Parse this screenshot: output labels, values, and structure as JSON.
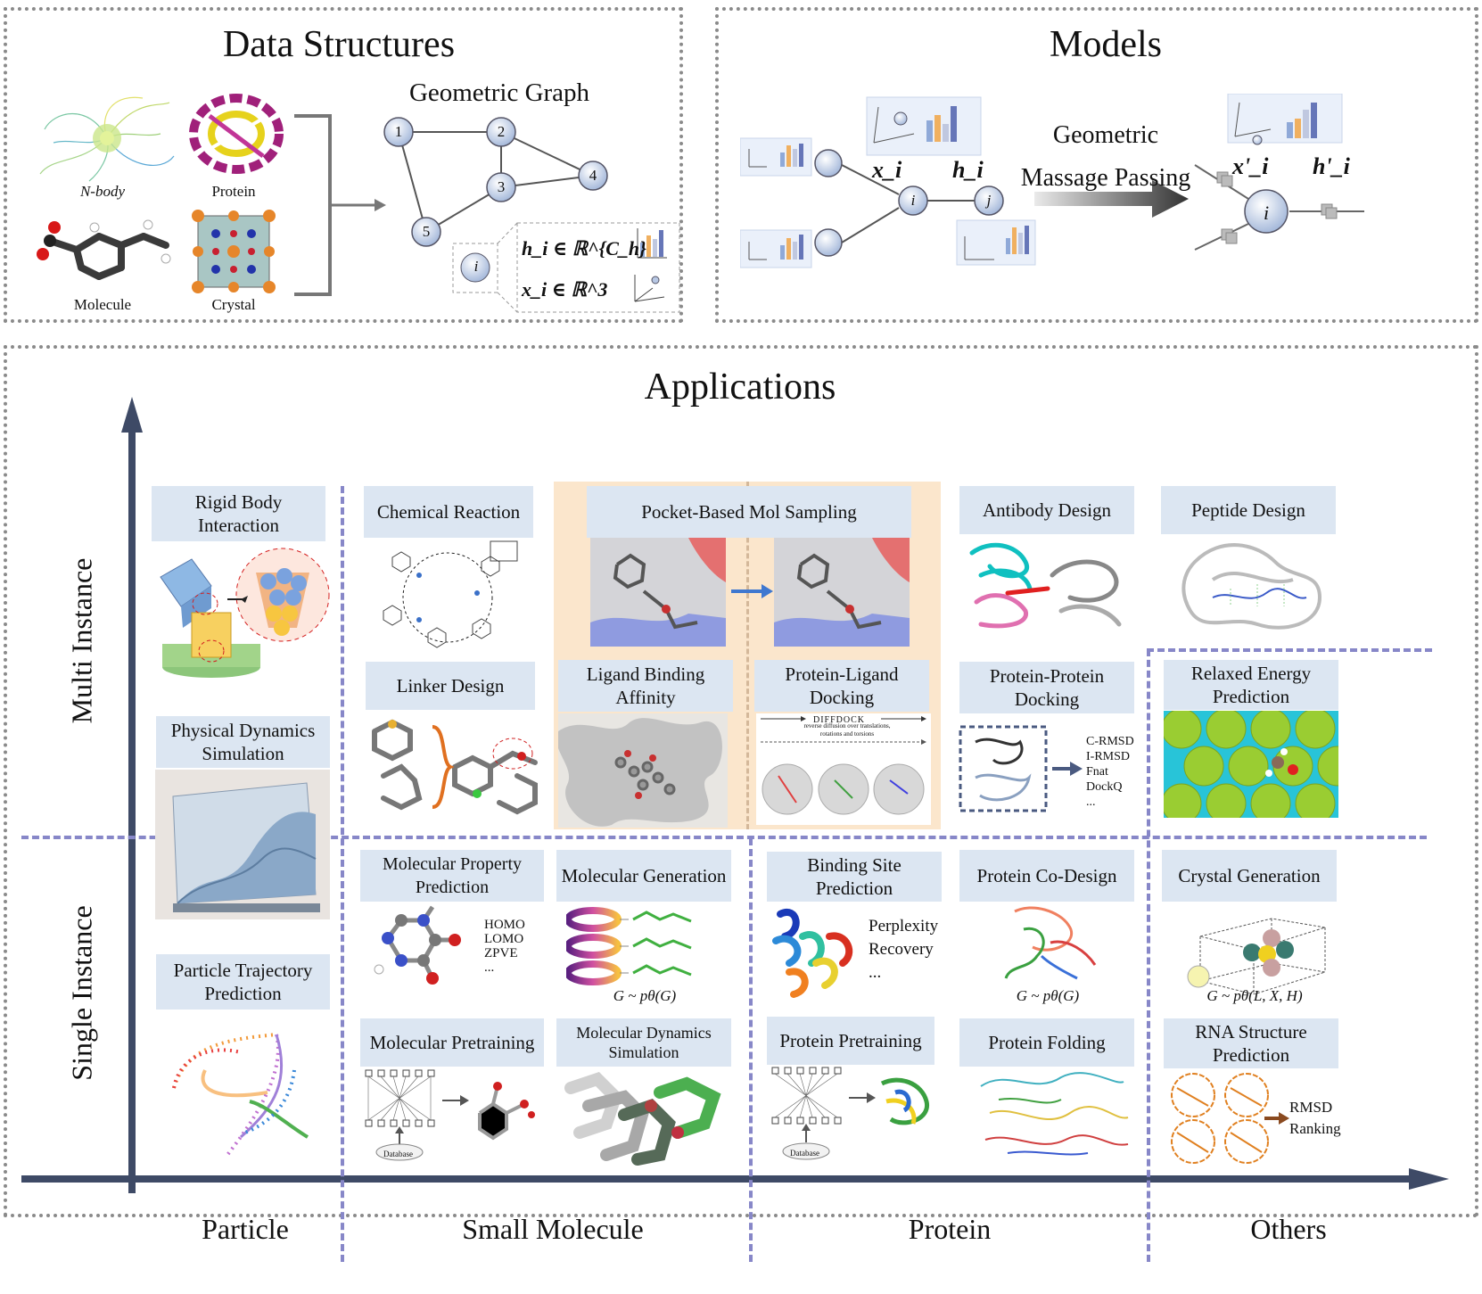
{
  "panels": {
    "data_structures": {
      "title": "Data Structures",
      "items": [
        "N-body",
        "Protein",
        "Molecule",
        "Crystal"
      ],
      "graph_title": "Geometric Graph",
      "nodes": [
        "1",
        "2",
        "3",
        "4",
        "5"
      ],
      "node_i": "i",
      "feature_h": "h_i ∈ ℝ^{C_h}",
      "feature_x": "x_i ∈ ℝ^3"
    },
    "models": {
      "title": "Models",
      "center_node": "i",
      "neighbor_node": "j",
      "h_label": "h_i",
      "x_label": "x_i",
      "h_prime": "h'_i",
      "x_prime": "x'_i",
      "arrow_text_1": "Geometric",
      "arrow_text_2": "Massage Passing"
    }
  },
  "applications": {
    "title": "Applications",
    "y_axis": {
      "top": "Multi Instance",
      "bottom": "Single Instance"
    },
    "x_axis": [
      "Particle",
      "Small Molecule",
      "Protein",
      "Others"
    ],
    "tasks": {
      "rigid_body": "Rigid Body Interaction",
      "physical_dynamics": "Physical Dynamics Simulation",
      "particle_trajectory": "Particle Trajectory Prediction",
      "chemical_reaction": "Chemical Reaction",
      "linker_design": "Linker Design",
      "pocket_sampling": "Pocket-Based Mol Sampling",
      "ligand_binding": "Ligand Binding Affinity",
      "protein_ligand_docking": "Protein-Ligand Docking",
      "antibody_design": "Antibody Design",
      "peptide_design": "Peptide Design",
      "protein_protein_docking": "Protein-Protein Docking",
      "relaxed_energy": "Relaxed Energy Prediction",
      "mol_property": "Molecular Property Prediction",
      "mol_generation": "Molecular Generation",
      "binding_site": "Binding Site Prediction",
      "protein_codesign": "Protein Co-Design",
      "crystal_generation": "Crystal Generation",
      "mol_pretraining": "Molecular Pretraining",
      "md_simulation": "Molecular Dynamics Simulation",
      "protein_pretraining": "Protein Pretraining",
      "protein_folding": "Protein Folding",
      "rna_structure": "RNA Structure Prediction"
    },
    "annotations": {
      "mol_property_targets": [
        "HOMO",
        "LOMO",
        "ZPVE",
        "..."
      ],
      "docking_metrics": [
        "C-RMSD",
        "I-RMSD",
        "Fnat",
        "DockQ",
        "..."
      ],
      "binding_site_metrics": [
        "Perplexity",
        "Recovery",
        "..."
      ],
      "rna_metrics": [
        "RMSD",
        "Ranking"
      ],
      "mol_gen_formula": "G ~ pθ(G)",
      "codesign_formula": "G ~ pθ(G)",
      "crystal_formula": "G ~ pθ(L, X, H)",
      "diffdock_label": "DIFFDOCK",
      "diffdock_sub": "reverse diffusion over translations, rotations and torsions",
      "database_label": "Database"
    }
  },
  "colors": {
    "label_bg": "#dce6f2",
    "axis": "#3e4a66",
    "dashed": "#8787c8",
    "node": "#b8c8e4",
    "highlight": "#fbe6cc"
  }
}
